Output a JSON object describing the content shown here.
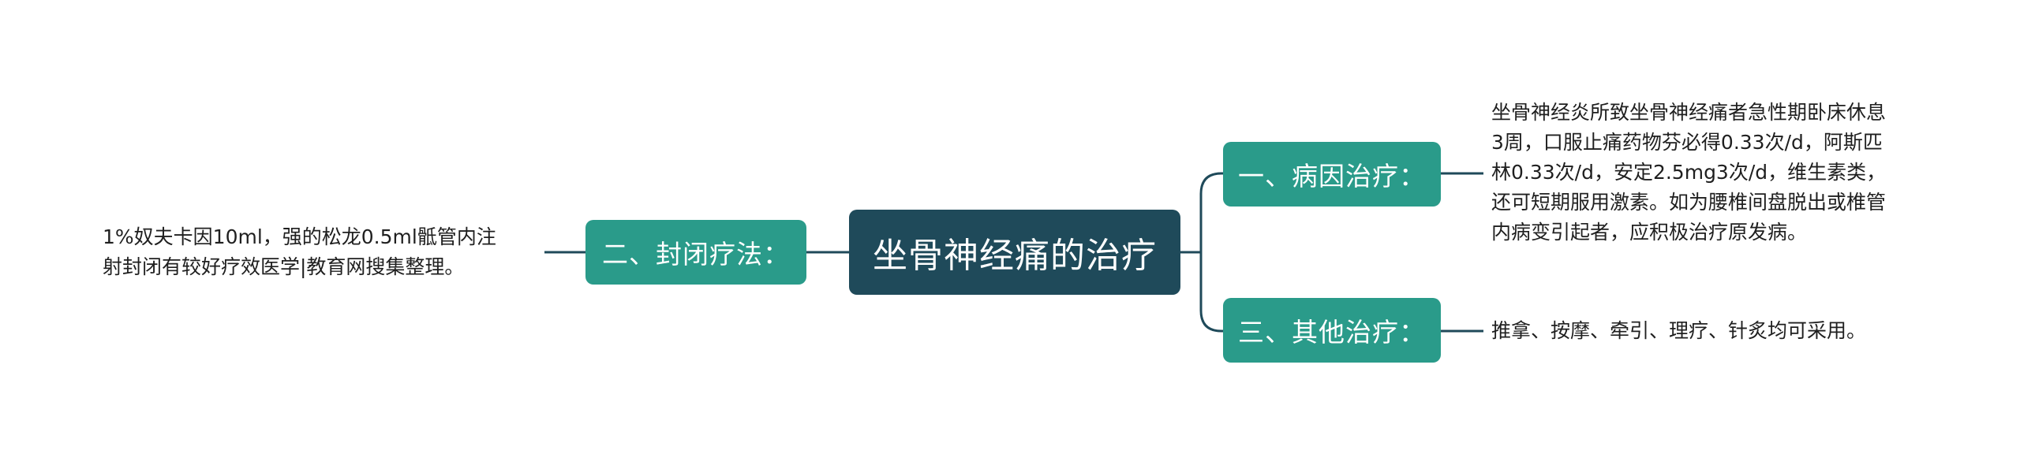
{
  "root": {
    "label": "坐骨神经痛的治疗"
  },
  "branches": [
    {
      "label": "一、病因治疗：",
      "detail_lines": [
        "坐骨神经炎所致坐骨神经痛者急性期卧床休息",
        "3周，口服止痛药物芬必得0.33次/d，阿斯匹",
        "林0.33次/d，安定2.5mg3次/d，维生素类，",
        "还可短期服用激素。如为腰椎间盘脱出或椎管",
        "内病变引起者，应积极治疗原发病。"
      ]
    },
    {
      "label": "三、其他治疗：",
      "detail_lines": [
        "推拿、按摩、牵引、理疗、针炙均可采用。"
      ]
    },
    {
      "label": "二、封闭疗法：",
      "detail_lines": [
        "1%奴夫卡因10ml，强的松龙0.5ml骶管内注",
        "射封闭有较好疗效医学|教育网搜集整理。"
      ]
    }
  ]
}
